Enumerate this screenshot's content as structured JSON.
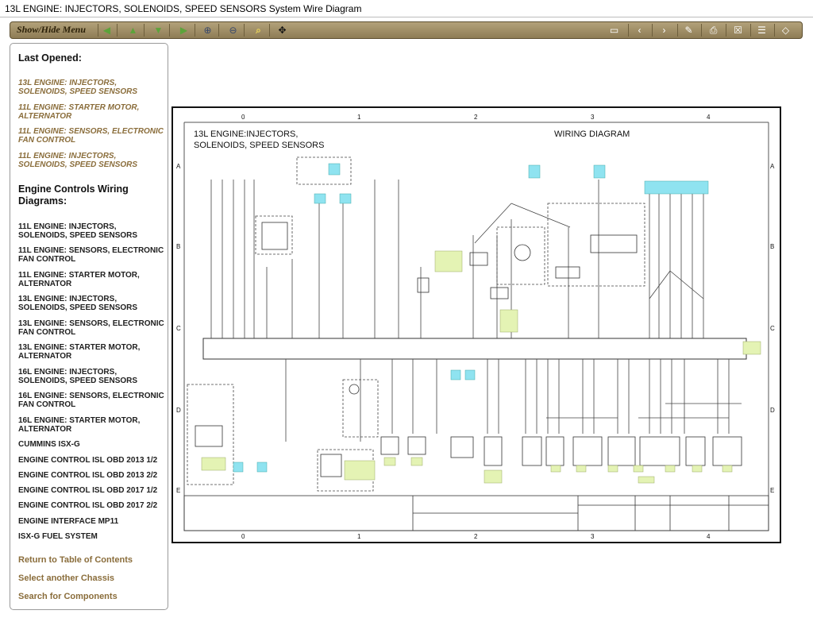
{
  "window": {
    "title": "13L ENGINE: INJECTORS, SOLENOIDS, SPEED SENSORS System Wire Diagram"
  },
  "toolbar": {
    "menu_label": "Show/Hide Menu"
  },
  "sidebar": {
    "last_opened_heading": "Last Opened:",
    "last_opened": [
      "13L ENGINE: INJECTORS, SOLENOIDS, SPEED SENSORS",
      "11L ENGINE: STARTER MOTOR, ALTERNATOR",
      "11L ENGINE: SENSORS, ELECTRONIC FAN CONTROL",
      "11L ENGINE: INJECTORS, SOLENOIDS, SPEED SENSORS"
    ],
    "diagrams_heading": "Engine Controls Wiring Diagrams:",
    "diagrams": [
      "11L ENGINE: INJECTORS, SOLENOIDS, SPEED SENSORS",
      "11L ENGINE: SENSORS, ELECTRONIC FAN CONTROL",
      "11L ENGINE: STARTER MOTOR, ALTERNATOR",
      "13L ENGINE: INJECTORS, SOLENOIDS, SPEED SENSORS",
      "13L ENGINE: SENSORS, ELECTRONIC FAN CONTROL",
      "13L ENGINE: STARTER MOTOR, ALTERNATOR",
      "16L ENGINE: INJECTORS, SOLENOIDS, SPEED SENSORS",
      "16L ENGINE: SENSORS, ELECTRONIC FAN CONTROL",
      "16L ENGINE: STARTER MOTOR, ALTERNATOR",
      "CUMMINS ISX-G",
      "ENGINE CONTROL ISL OBD 2013 1/2",
      "ENGINE CONTROL ISL OBD 2013 2/2",
      "ENGINE CONTROL ISL OBD 2017 1/2",
      "ENGINE CONTROL ISL OBD 2017 2/2",
      "ENGINE INTERFACE MP11",
      "ISX-G FUEL SYSTEM"
    ],
    "links": [
      "Return to Table of Contents",
      "Select another Chassis",
      "Search for Components"
    ]
  },
  "diagram": {
    "title_line1": "13L ENGINE:INJECTORS,",
    "title_line2": "SOLENOIDS, SPEED SENSORS",
    "heading": "WIRING DIAGRAM",
    "columns": [
      "0",
      "1",
      "2",
      "3",
      "4"
    ],
    "rows": [
      "A",
      "B",
      "C",
      "D",
      "E"
    ]
  },
  "colors": {
    "toolbar": "#9e8c62",
    "link": "#8a6d3b",
    "label_cyan": "#8fe3f0",
    "label_green": "#e4f3b4"
  }
}
